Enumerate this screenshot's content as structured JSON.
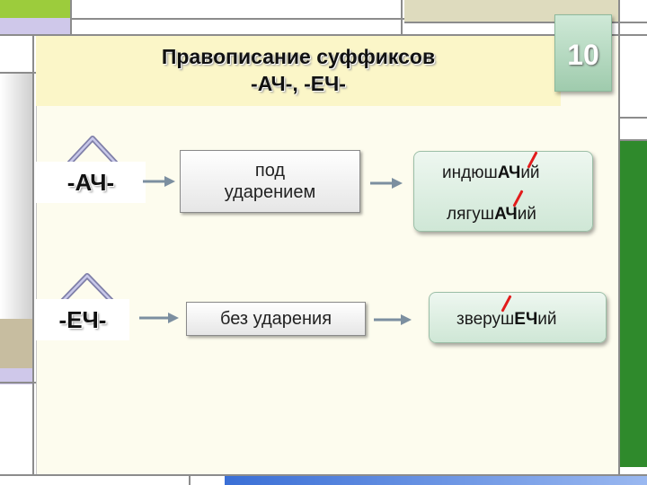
{
  "slide": {
    "number": "10",
    "title_line1": "Правописание суффиксов",
    "title_line2": "-АЧ-, -ЕЧ-"
  },
  "rows": [
    {
      "suffix": "-АЧ-",
      "condition_line1": "под",
      "condition_line2": "ударением",
      "examples": [
        {
          "prefix": "индюш",
          "suffix": "АЧ",
          "ending": "ий"
        },
        {
          "prefix": "лягуш",
          "suffix": "АЧ",
          "ending": "ий"
        }
      ]
    },
    {
      "suffix": "-ЕЧ-",
      "condition": "без ударения",
      "examples": [
        {
          "prefix": "зверуш",
          "suffix": "ЕЧ",
          "ending": "ий"
        }
      ]
    }
  ],
  "colors": {
    "stress_mark": "#e21b1b",
    "badge": "#b5dcc2",
    "title_band": "#fbf6c8"
  }
}
